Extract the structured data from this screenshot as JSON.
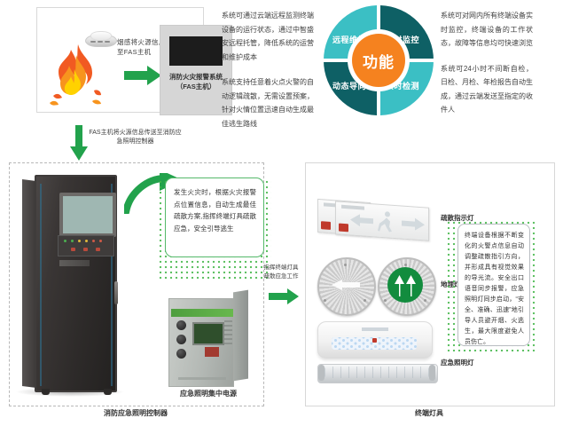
{
  "top_left": {
    "smoke_to_fas_label": "烟感将火源信息传送至FAS主机",
    "fas_host_label": "消防火灾报警系统（FAS主机）",
    "fas_to_controller_label": "FAS主机将火源信息传送至消防应急照明控制器"
  },
  "text_left": {
    "para1": "系统可通过云端远程监测终端设备的运行状态，通过中智盛安远程托管，降低系统的运营和维护成本",
    "para2": "系统支持任意着火点火警的自动逻辑疏散，无需设置预案，针对火情位置迅速自动生成最佳逃生路线"
  },
  "donut": {
    "center_label": "功能",
    "quadrants": [
      {
        "key": "top_left",
        "label": "远程维护",
        "color": "#3BBFC4"
      },
      {
        "key": "top_right",
        "label": "实时监控",
        "color": "#0E6065"
      },
      {
        "key": "bottom_left",
        "label": "动态导向",
        "color": "#0E6065"
      },
      {
        "key": "bottom_right",
        "label": "实时检测",
        "color": "#3BBFC4"
      }
    ],
    "center_color": "#F5821F"
  },
  "text_right": {
    "para1": "系统可对网内所有终端设备实时监控，终端设备的工作状态，故障等信息均可快速浏览",
    "para2": "系统可24小时不间断自检，日检、月检、年检报告自动生成，通过云端发送至指定的收件人"
  },
  "panel_left": {
    "title": "消防应急照明控制器",
    "bubble_text": "发生火灾时，根据火灾报警点位置信息，自动生成最佳疏散方案,指挥终端灯具疏散应急，安全引导逃生",
    "power_label": "应急照明集中电源"
  },
  "middle": {
    "arrow_label": "指挥终端灯具疏散应急工作"
  },
  "panel_right": {
    "title": "终端灯具",
    "labels": {
      "exit_sign": "疏散指示灯",
      "floor_light": "地埋灯",
      "emergency_lamp": "应急照明灯"
    },
    "bubble_text": "终端设备根据不断变化的火警点信息自动调整疏散指引方向，并形成具有视觉效果的导光流。安全出口语音同步报警，应急照明灯同步启动，“安全、准确、迅速”地引导人员避开烟、火逃生，最大限度避免人员伤亡。"
  },
  "colors": {
    "green_arrow": "#22A24C",
    "teal_light": "#3BBFC4",
    "teal_dark": "#0E6065",
    "orange": "#F5821F",
    "bubble_border_green": "#55B96A"
  }
}
